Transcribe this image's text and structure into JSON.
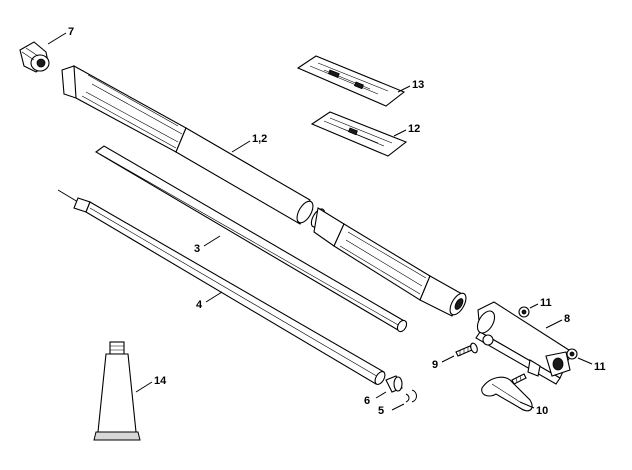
{
  "diagram": {
    "labels": {
      "p7": "7",
      "p13": "13",
      "p12": "12",
      "p1_2": "1,2",
      "p3": "3",
      "p4": "4",
      "p11a": "11",
      "p8": "8",
      "p9": "9",
      "p11b": "11",
      "p14": "14",
      "p6": "6",
      "p5": "5",
      "p10": "10"
    }
  }
}
